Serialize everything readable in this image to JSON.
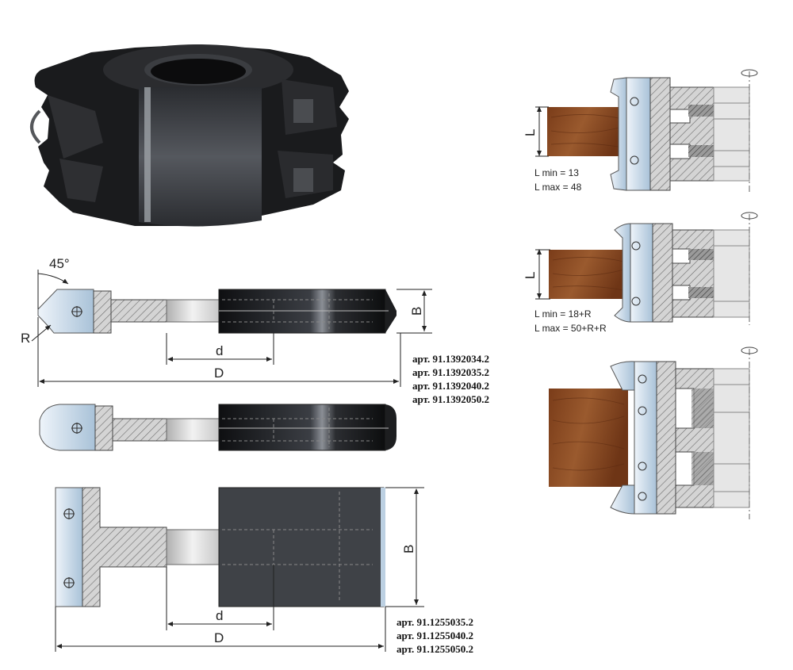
{
  "angle_label": "45°",
  "radius_label": "R",
  "diameter_label": "D",
  "bore_label": "d",
  "height_label": "B",
  "length_label": "L",
  "articles_a": [
    "арт. 91.1392034.2",
    "арт. 91.1392035.2",
    "арт. 91.1392040.2",
    "арт. 91.1392050.2"
  ],
  "articles_b": [
    "арт. 91.1255035.2",
    "арт. 91.1255040.2",
    "арт. 91.1255050.2"
  ],
  "setup_1": {
    "lmin": "L min  = 13",
    "lmax": "L max = 48"
  },
  "setup_2": {
    "lmin": "L min  = 18+R",
    "lmax": "L max = 50+R+R"
  },
  "colors": {
    "steel": "#8e9196",
    "hatch": "#b8b8b8",
    "blade": "#c9d8e6",
    "body": "#3c3f44",
    "wood": "#8a4a23"
  }
}
